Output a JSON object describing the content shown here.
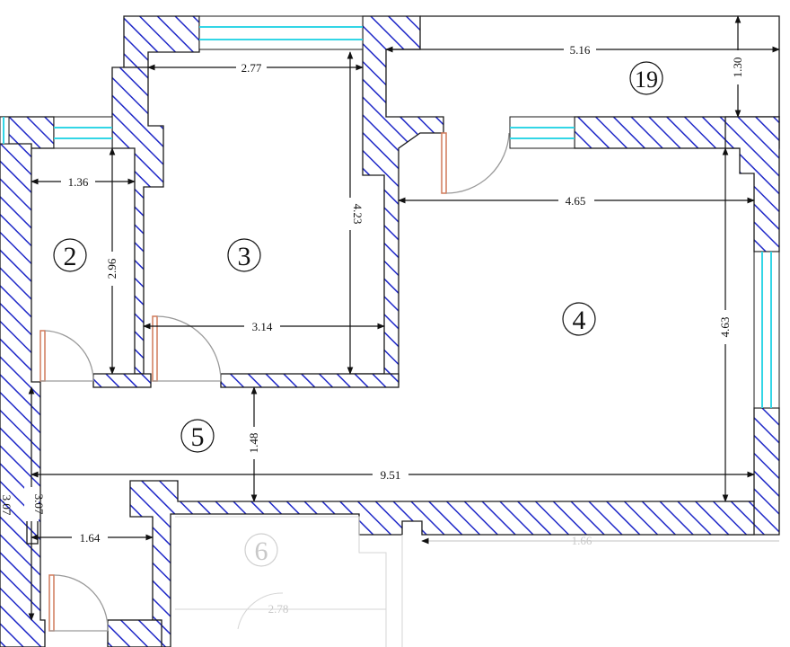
{
  "rooms": [
    {
      "id": "room-2",
      "label": "2"
    },
    {
      "id": "room-3",
      "label": "3"
    },
    {
      "id": "room-4",
      "label": "4"
    },
    {
      "id": "room-5",
      "label": "5"
    },
    {
      "id": "room-19",
      "label": "19"
    },
    {
      "id": "room-6",
      "label": "6"
    }
  ],
  "dimensions": {
    "room2_width": "1.36",
    "room2_depth": "2.96",
    "room3_top_width": "2.77",
    "room3_height": "4.23",
    "room3_width": "3.14",
    "room4_width": "4.65",
    "room4_depth": "4.63",
    "room19_width": "5.16",
    "room19_depth": "1.30",
    "corridor_depth": "1.48",
    "corridor_length": "9.51",
    "left_length": "3.07",
    "left_edge": "3.07",
    "bath_width": "1.64",
    "room6_right": "1.66",
    "room6_small": "2.78"
  },
  "colors": {
    "wall_hatch": "#1f28c8",
    "window": "#33d6e6",
    "door_leaf": "#d07a5a",
    "door_swing": "#9a9a9a"
  }
}
